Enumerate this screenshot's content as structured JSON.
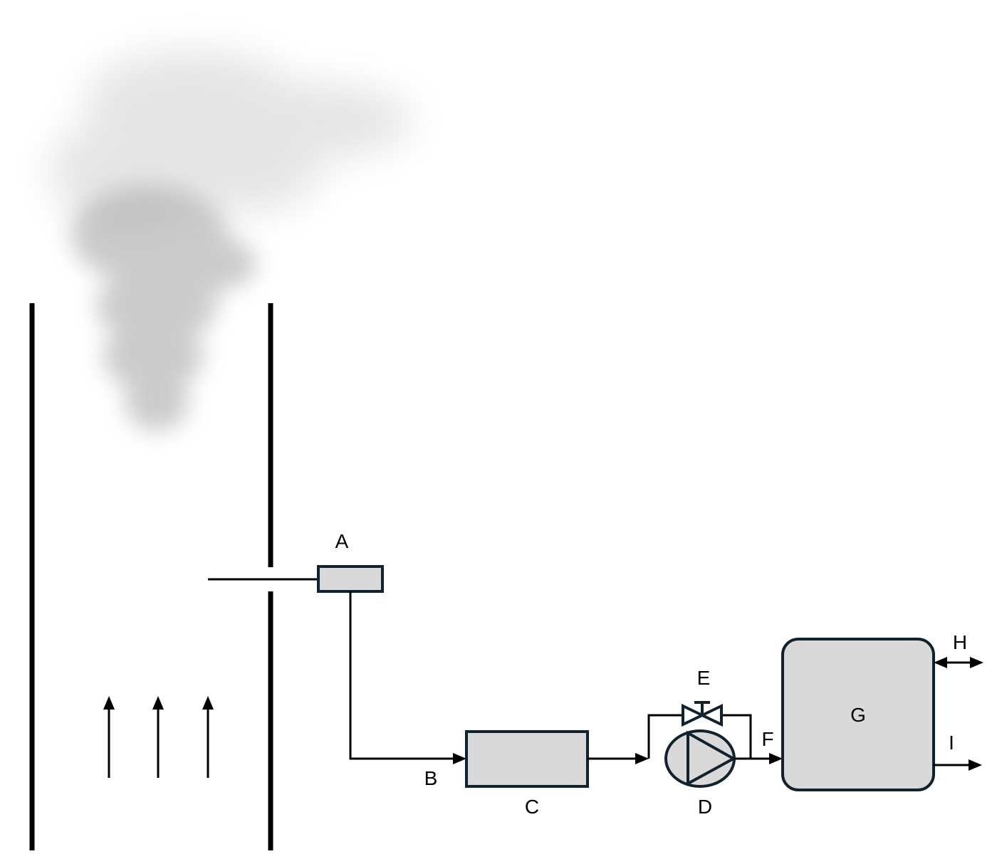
{
  "labels": {
    "A": "A",
    "B": "B",
    "C": "C",
    "D": "D",
    "E": "E",
    "F": "F",
    "G": "G",
    "H": "H",
    "I": "I"
  },
  "colors": {
    "equipment_fill": "#d9d9d9",
    "equipment_stroke": "#10222e",
    "lines": "#000000",
    "smoke": "#b8b8b8",
    "background": "#ffffff"
  },
  "icons": {
    "flow_arrows": "arrow-up-icon",
    "smoke": "smoke-plume-icon",
    "pump": "pump-icon",
    "valve": "bypass-valve-icon"
  }
}
